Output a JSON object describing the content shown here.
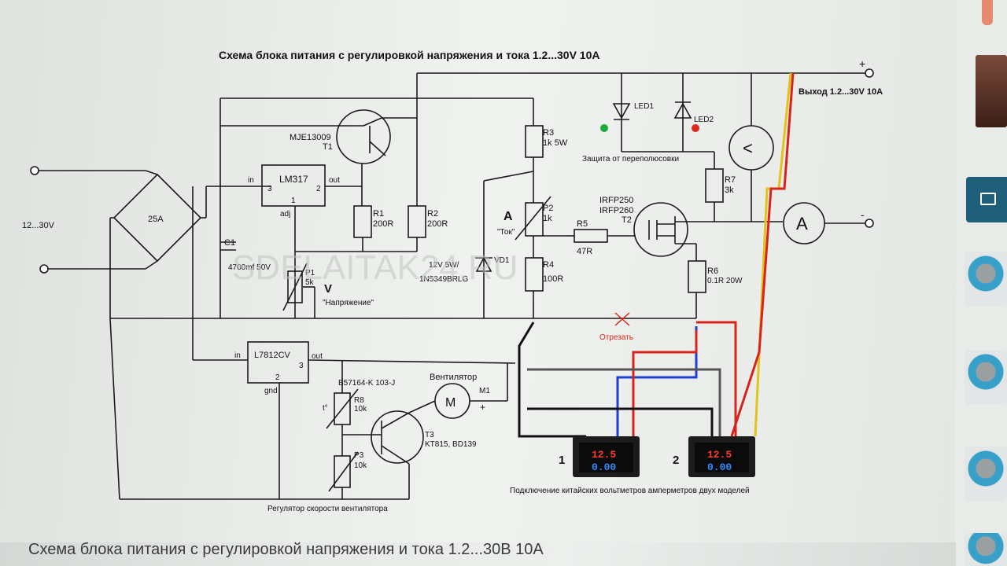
{
  "diagram": {
    "title": "Схема блока питания с регулировкой напряжения и тока 1.2...30V 10A",
    "output_label": "Выход 1.2...30V 10A",
    "input_label": "12...30V",
    "bridge_label": "25A",
    "plus_sign": "+",
    "minus_sign": "-",
    "t1_model": "MJE13009",
    "t1_ref": "T1",
    "lm317": "LM317",
    "pin_in": "in",
    "pin_out": "out",
    "pin_adj": "adj",
    "pin1": "1",
    "pin2": "2",
    "pin3": "3",
    "c1_ref": "C1",
    "c1_value": "4700mf 50V",
    "r1_ref": "R1",
    "r1_value": "200R",
    "r2_ref": "R2",
    "r2_value": "200R",
    "p1_ref": "P1",
    "p1_value": "5k",
    "v_letter": "V",
    "voltage_label": "\"Напряжение\"",
    "r3_ref": "R3",
    "r3_value": "1k 5W",
    "a_letter": "A",
    "p2_ref": "P2",
    "p2_value": "1k",
    "current_label": "\"Ток\"",
    "r4_ref": "R4",
    "r4_value": "100R",
    "vd1_ref": "VD1",
    "vd1_value1": "12V 5W/",
    "vd1_value2": "1N5349BRLG",
    "r5_ref": "R5",
    "r5_value": "47R",
    "t2_model1": "IRFP250",
    "t2_model2": "IRFP260",
    "t2_ref": "T2",
    "led1": "LED1",
    "led2": "LED2",
    "protection": "Защита от переполюсовки",
    "r7_ref": "R7",
    "r7_value": "3k",
    "r6_ref": "R6",
    "r6_value": "0.1R 20W",
    "voltmeter_glyph": "<",
    "ammeter_glyph": "A",
    "cut_label": "Отрезать",
    "l7812": "L7812CV",
    "pin_gnd": "gnd",
    "fan_label": "Вентилятор",
    "m1_ref": "M1",
    "m_glyph": "M",
    "r8_ref": "R8",
    "r8_value": "10k",
    "r8_model": "B57164-K 103-J",
    "t_deg": "t°",
    "t3_ref": "T3",
    "t3_value": "KT815, BD139",
    "p3_ref": "P3",
    "p3_value": "10k",
    "fan_regulator": "Регулятор скорости вентилятора",
    "meter1_num": "1",
    "meter2_num": "2",
    "meter_volts": "12.5",
    "meter_amps": "0.00",
    "meters_caption": "Подключение китайских вольтметров амперметров двух моделей",
    "watermark": "SDELAITAK24.RU"
  },
  "caption": "Схема блока питания с регулировкой напряжения и тока 1.2...30В 10А",
  "colors": {
    "wire": "#1a1a1a",
    "red_wire": "#d8231c",
    "blue_wire": "#1f3fd0",
    "yellow_wire": "#e3c21a",
    "led_green": "#1fa83a",
    "led_red": "#e0271c",
    "meter_red": "#ff3b2a",
    "meter_blue": "#2f8cff",
    "chat_button": "#1f5f7a"
  },
  "icons": [
    "chat-icon",
    "avatar-icon",
    "thumbnail-image"
  ]
}
